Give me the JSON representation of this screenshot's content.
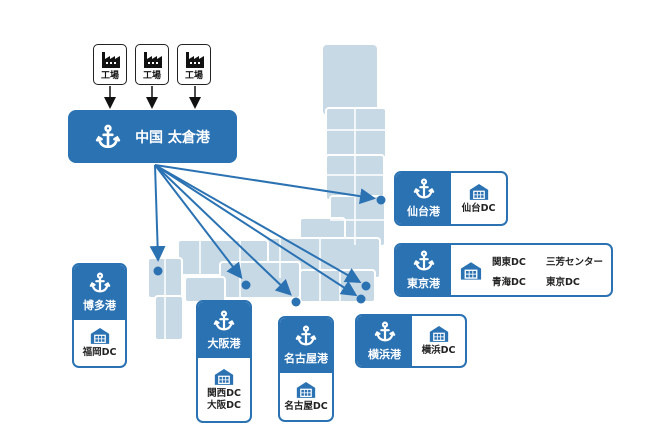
{
  "colors": {
    "primary": "#2b72b3",
    "map": "#c8d9e6"
  },
  "factories": [
    {
      "label": "工場",
      "icon": "factory-icon"
    },
    {
      "label": "工場",
      "icon": "factory-icon"
    },
    {
      "label": "工場",
      "icon": "factory-icon"
    }
  ],
  "origin": {
    "label": "中国 太倉港",
    "icon": "anchor-icon"
  },
  "ports": [
    {
      "name": "仙台港",
      "dcs": [
        "仙台DC"
      ]
    },
    {
      "name": "東京港",
      "dcs": [
        "関東DC",
        "三芳センター",
        "青海DC",
        "東京DC"
      ]
    },
    {
      "name": "博多港",
      "dcs": [
        "福岡DC"
      ]
    },
    {
      "name": "大阪港",
      "dcs": [
        "関西DC",
        "大阪DC"
      ]
    },
    {
      "name": "名古屋港",
      "dcs": [
        "名古屋DC"
      ]
    },
    {
      "name": "横浜港",
      "dcs": [
        "横浜DC"
      ]
    }
  ]
}
